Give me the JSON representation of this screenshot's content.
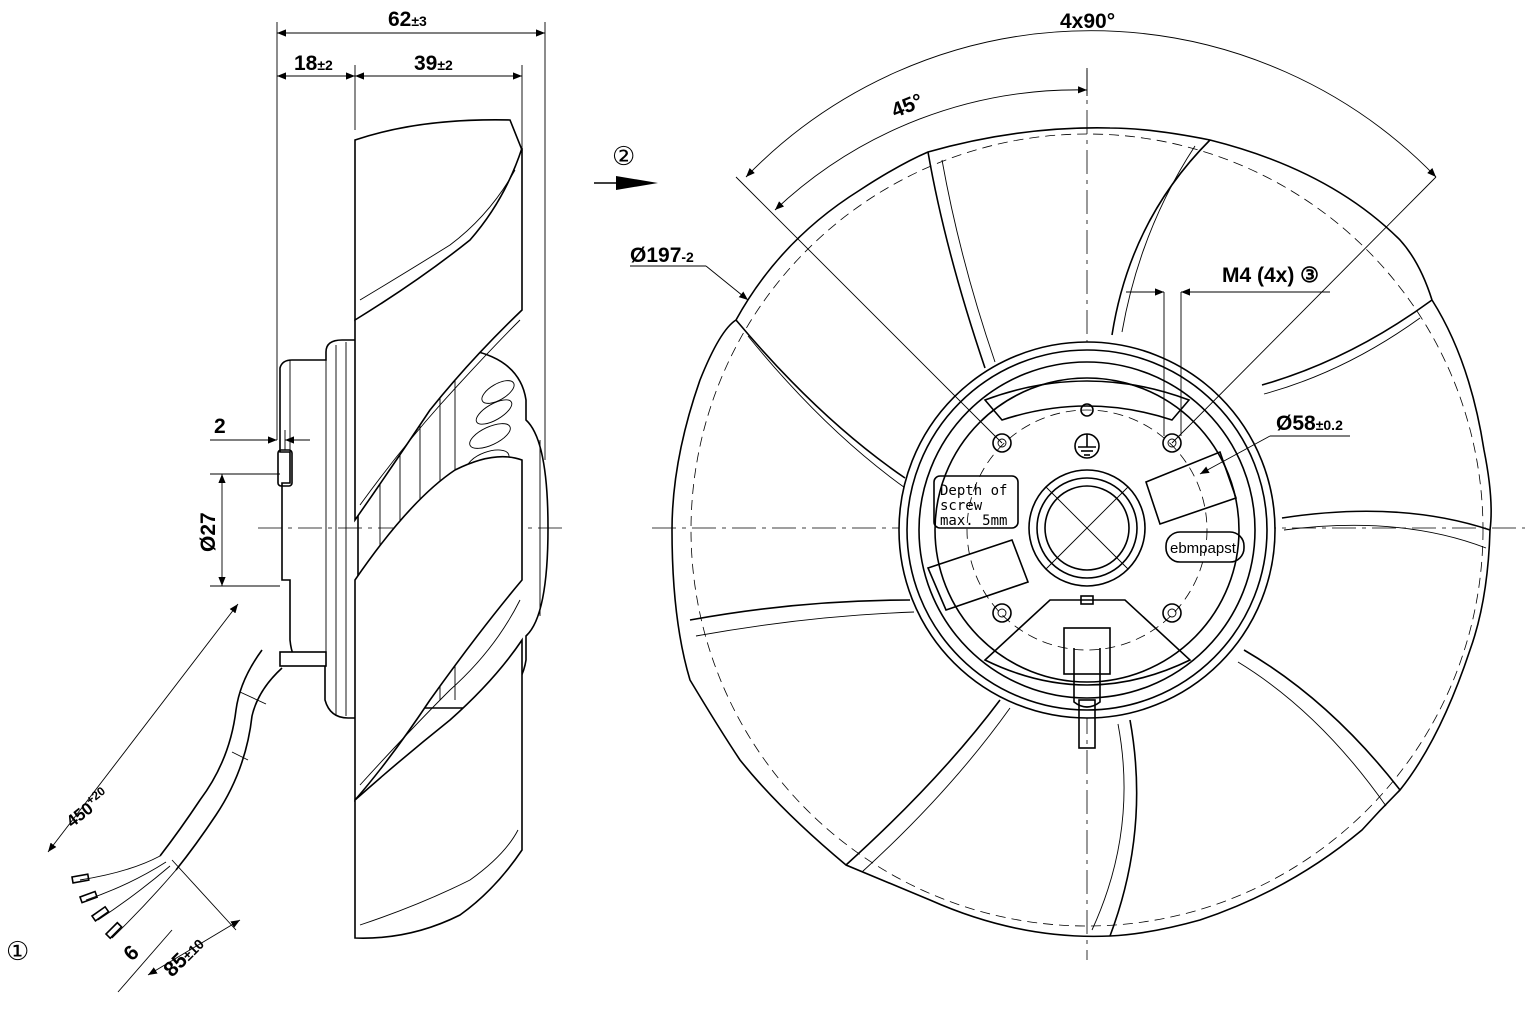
{
  "side_view": {
    "overall_length": "62",
    "overall_length_tol": "±3",
    "hub_offset": "18",
    "hub_offset_tol": "±2",
    "blade_depth": "39",
    "blade_depth_tol": "±2",
    "shaft_step": "2",
    "shaft_dia": "Ø27",
    "cable_length": "450",
    "cable_length_tol": "+20",
    "strip_length": "6",
    "wire_length": "85",
    "wire_length_tol": "±10",
    "note_1": "①"
  },
  "front_view": {
    "angle_total": "4x90°",
    "angle_half": "45°",
    "fan_dia": "Ø197",
    "fan_dia_tol": "-2",
    "screw_label": "M4 (4x) ③",
    "bolt_circle": "Ø58",
    "bolt_circle_tol": "±0.2",
    "screw_note_line1": "Depth of",
    "screw_note_line2": "screw",
    "screw_note_line3": "max. 5mm",
    "brand": "ebmpapst",
    "airflow_marker": "②"
  }
}
